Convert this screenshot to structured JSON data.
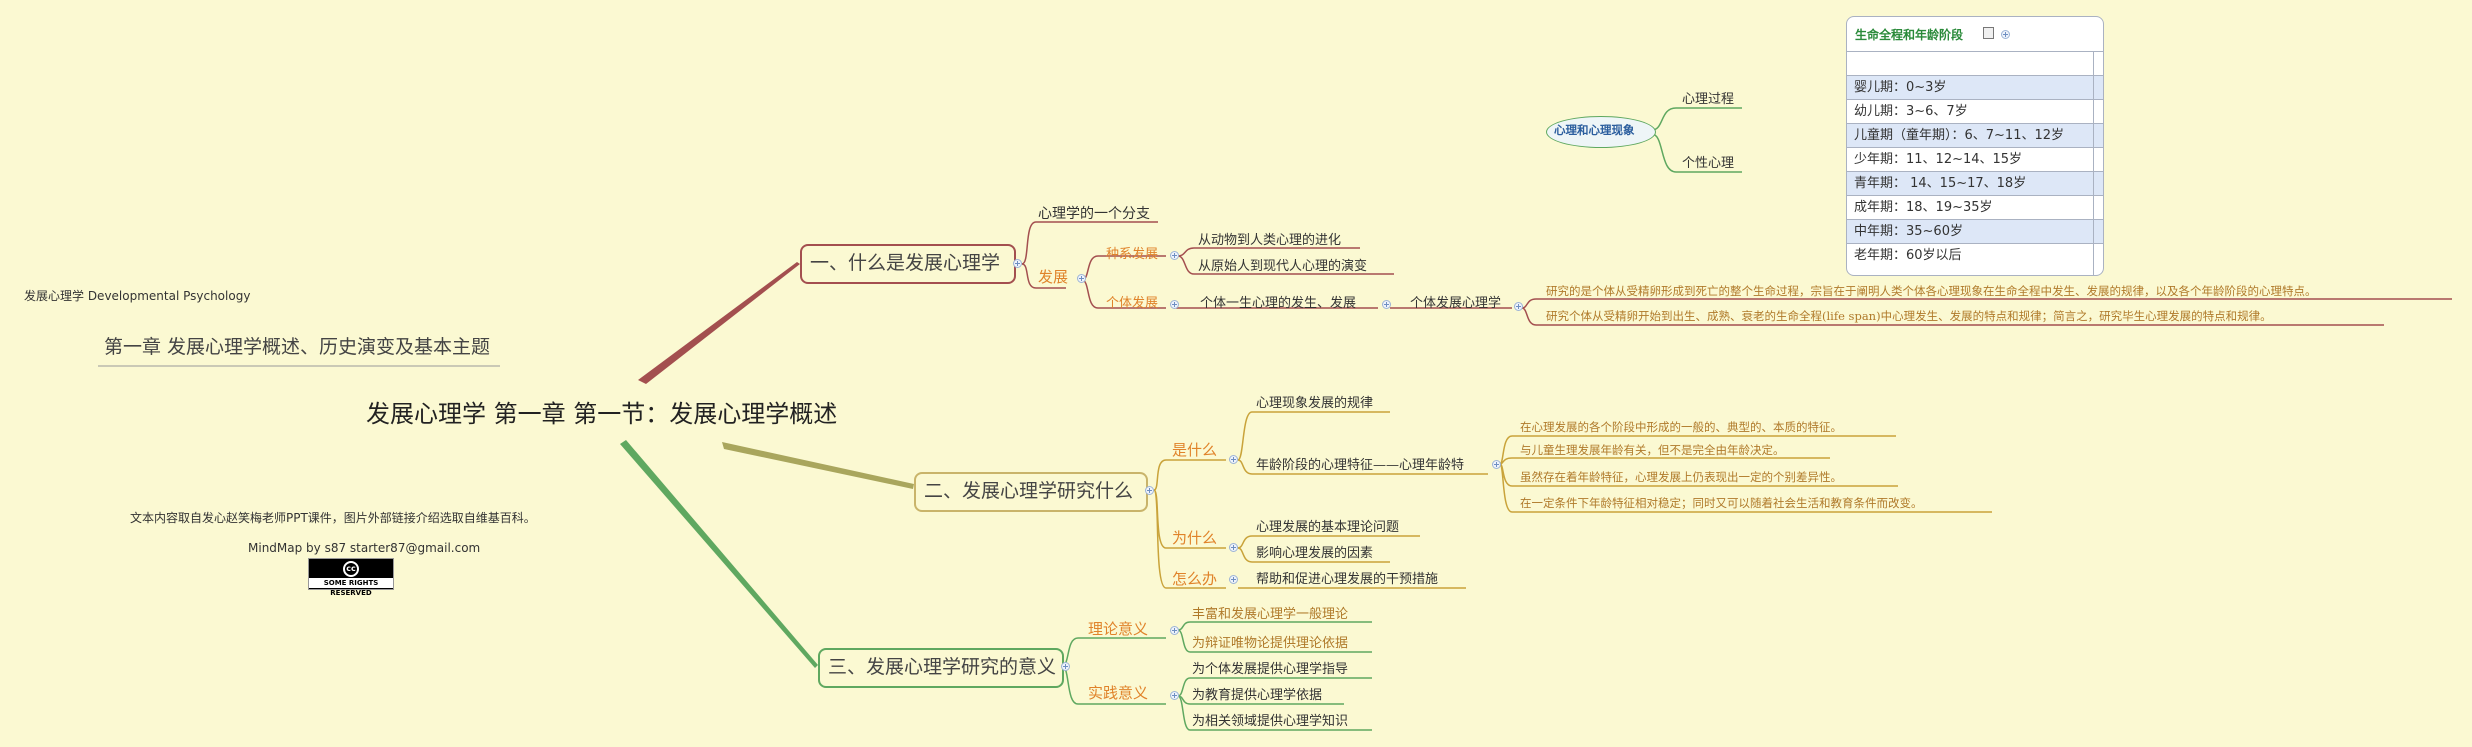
{
  "left_panel": {
    "book": "发展心理学 Developmental Psychology",
    "chapter": "第一章 发展心理学概述、历史演变及基本主题",
    "source": "文本内容取自发心赵笑梅老师PPT课件，图片外部链接介绍选取自维基百科。",
    "credit": "MindMap by s87 starter87@gmail.com",
    "license": "SOME RIGHTS RESERVED"
  },
  "central": "发展心理学 第一章 第一节：发展心理学概述",
  "branch1": {
    "title": "一、什么是发展心理学",
    "branch_of": "心理学的一个分支",
    "develop": "发展",
    "species": "种系发展",
    "species_items": [
      "从动物到人类心理的进化",
      "从原始人到现代人心理的演变"
    ],
    "individual": "个体发展",
    "individual_def": "个体一生心理的发生、发展",
    "ind_psych": "个体发展心理学",
    "ind_notes": [
      "研究的是个体从受精卵形成到死亡的整个生命过程，宗旨在于阐明人类个体各心理现象在生命全程中发生、发展的规律，以及各个年龄阶段的心理特点。",
      "研究个体从受精卵开始到出生、成熟、衰老的生命全程(life span)中心理发生、发展的特点和规律；简言之，研究毕生心理发展的特点和规律。"
    ]
  },
  "branch2": {
    "title": "二、发展心理学研究什么",
    "what": "是什么",
    "what_items": [
      "心理现象发展的规律",
      "年龄阶段的心理特征——心理年龄特"
    ],
    "age_notes": [
      "在心理发展的各个阶段中形成的一般的、典型的、本质的特征。",
      "与儿童生理发展年龄有关，但不是完全由年龄决定。",
      "虽然存在着年龄特征，心理发展上仍表现出一定的个别差异性。",
      "在一定条件下年龄特征相对稳定；同时又可以随着社会生活和教育条件而改变。"
    ],
    "why": "为什么",
    "why_items": [
      "心理发展的基本理论问题",
      "影响心理发展的因素"
    ],
    "how": "怎么办",
    "how_item": "帮助和促进心理发展的干预措施"
  },
  "branch3": {
    "title": "三、发展心理学研究的意义",
    "theory": "理论意义",
    "theory_items": [
      "丰富和发展心理学一般理论",
      "为辩证唯物论提供理论依据"
    ],
    "practice": "实践意义",
    "practice_items": [
      "为个体发展提供心理学指导",
      "为教育提供心理学依据",
      "为相关领域提供心理学知识"
    ]
  },
  "phenomena": {
    "title": "心理和心理现象",
    "items": [
      "心理过程",
      "个性心理"
    ]
  },
  "lifespan": {
    "title": "生命全程和年龄阶段",
    "rows": [
      "",
      "婴儿期：0~3岁",
      "幼儿期：3~6、7岁",
      "儿童期（童年期）：6、7~11、12岁",
      "少年期：11、12~14、15岁",
      "青年期： 14、15~17、18岁",
      "成年期：18、19~35岁",
      "中年期：35~60岁",
      "老年期：60岁以后"
    ]
  },
  "colors": {
    "background": "#fbf9d2",
    "branch_red": "#a34f4f",
    "branch_olive": "#a9a65d",
    "branch_green": "#5fa860",
    "orange_label": "#e0832a",
    "table_alt": "#dde7f7"
  }
}
